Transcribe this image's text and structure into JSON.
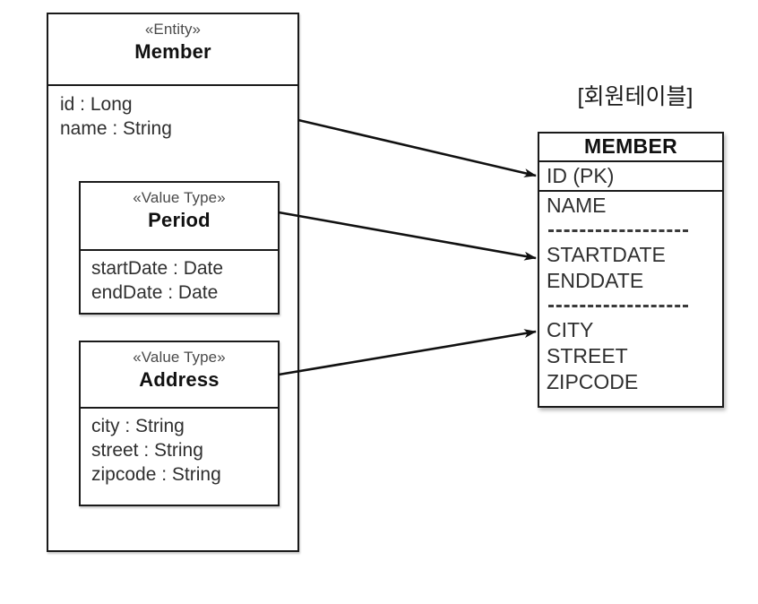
{
  "diagram": {
    "title": "Member entity to MEMBER table mapping",
    "background": "#ffffff",
    "line_color": "#1a1a1a",
    "text_color": "#2f2f2f",
    "stereotype_color": "#4a4a4a"
  },
  "entity": {
    "stereotype": "«Entity»",
    "name": "Member",
    "attributes": [
      "id : Long",
      "name : String"
    ]
  },
  "value_types": [
    {
      "stereotype": "«Value Type»",
      "name": "Period",
      "attributes": [
        "startDate : Date",
        "endDate : Date"
      ]
    },
    {
      "stereotype": "«Value Type»",
      "name": "Address",
      "attributes": [
        "city : String",
        "street : String",
        "zipcode : String"
      ]
    }
  ],
  "table": {
    "caption": "[회원테이블]",
    "name": "MEMBER",
    "primary_key": "ID (PK)",
    "groups": [
      {
        "columns": [
          "NAME"
        ],
        "separator_after": true
      },
      {
        "columns": [
          "STARTDATE",
          "ENDDATE"
        ],
        "separator_after": true
      },
      {
        "columns": [
          "CITY",
          "STREET",
          "ZIPCODE"
        ],
        "separator_after": false
      }
    ]
  },
  "arrows": [
    {
      "name": "member-to-id",
      "from": "Member",
      "to": "ID (PK)"
    },
    {
      "name": "period-to-startdate",
      "from": "Period",
      "to": "STARTDATE"
    },
    {
      "name": "address-to-city",
      "from": "Address",
      "to": "CITY"
    }
  ]
}
